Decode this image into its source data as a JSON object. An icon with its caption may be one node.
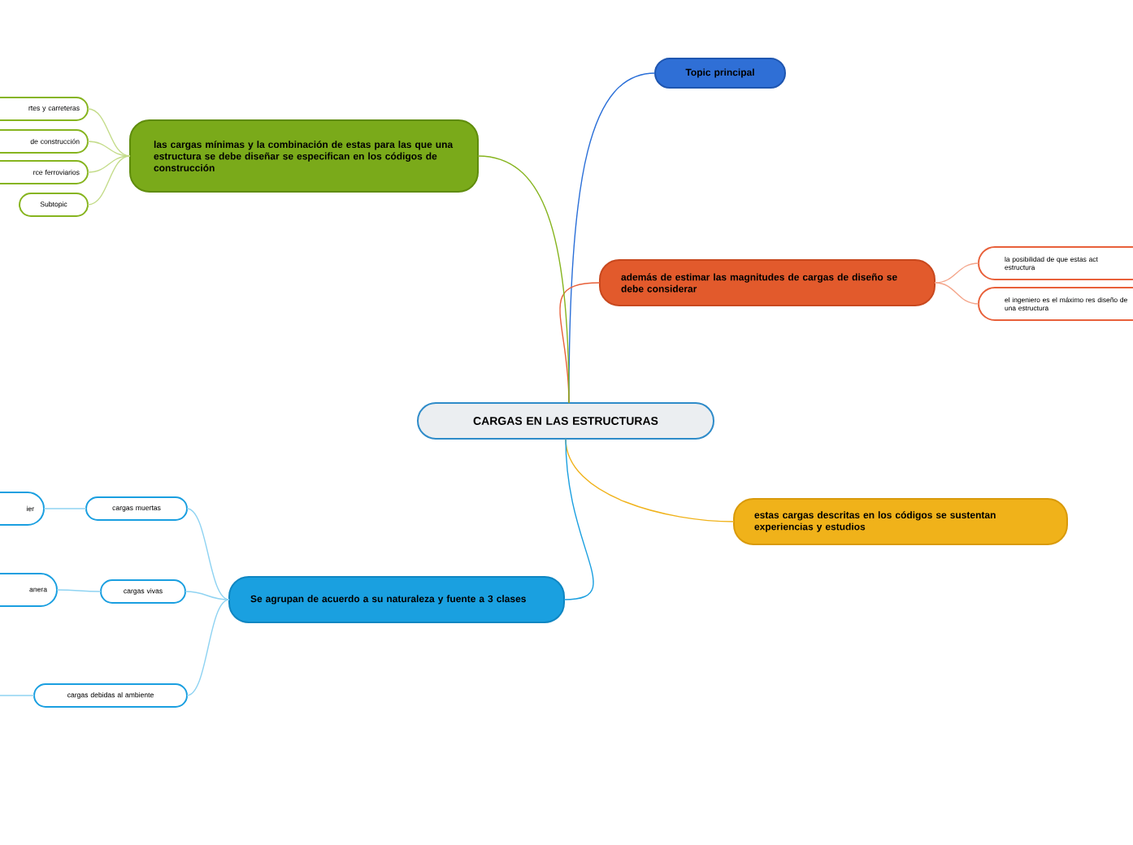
{
  "diagram": {
    "nodes": [
      {
        "text": [
          "CARGAS EN LAS ESTRUCTURAS"
        ]
      },
      {
        "text": [
          "Topic principal"
        ]
      },
      {
        "text": [
          "además de estimar las magnitudes de cargas de diseño se debe considerar"
        ]
      },
      {
        "text": [
          "la posibilidad de que estas act estructura"
        ]
      },
      {
        "text": [
          "el ingeniero es  el máximo res diseño de una estructura"
        ]
      },
      {
        "text": [
          "estas cargas descritas en los códigos  se sustentan experiencias  y estudios"
        ]
      },
      {
        "text": [
          "Se agrupan  de acuerdo a su naturaleza y fuente a 3 clases"
        ]
      },
      {
        "text": [
          "cargas muertas"
        ]
      },
      {
        "text": [
          "cargas vivas"
        ]
      },
      {
        "text": [
          "cargas debidas al ambiente"
        ]
      },
      {
        "text": [
          "ier"
        ]
      },
      {
        "text": [
          "anera"
        ]
      },
      {
        "text": [
          "las cargas mínimas  y la combinación de estas  para las que una estructura  se debe diseñar se especifican en los códigos de construcción"
        ]
      },
      {
        "text": [
          "rtes y carreteras"
        ]
      },
      {
        "text": [
          "de construcción"
        ]
      },
      {
        "text": [
          "rce ferroviarios"
        ]
      },
      {
        "text": [
          "Subtopic"
        ]
      }
    ],
    "edges": [
      {
        "from": 0,
        "to": 1,
        "arrow": "none",
        "color": "#2a6fd8"
      },
      {
        "from": 0,
        "to": 2,
        "arrow": "none",
        "color": "#e8603a"
      },
      {
        "from": 0,
        "to": 5,
        "arrow": "none",
        "color": "#f0b21a"
      },
      {
        "from": 0,
        "to": 6,
        "arrow": "none",
        "color": "#1a9fe0"
      },
      {
        "from": 0,
        "to": 12,
        "arrow": "none",
        "color": "#86b41e"
      },
      {
        "from": 2,
        "to": 3,
        "arrow": "none",
        "color": "#f4a58a"
      },
      {
        "from": 2,
        "to": 4,
        "arrow": "none",
        "color": "#f4a58a"
      },
      {
        "from": 6,
        "to": 7,
        "arrow": "none",
        "color": "#8fd3f2"
      },
      {
        "from": 6,
        "to": 8,
        "arrow": "none",
        "color": "#8fd3f2"
      },
      {
        "from": 6,
        "to": 9,
        "arrow": "none",
        "color": "#8fd3f2"
      },
      {
        "from": 7,
        "to": 10,
        "arrow": "none",
        "color": "#8fd3f2"
      },
      {
        "from": 8,
        "to": 11,
        "arrow": "none",
        "color": "#8fd3f2"
      },
      {
        "from": 9,
        "to": null,
        "arrow": "none",
        "color": "#8fd3f2"
      },
      {
        "from": 12,
        "to": 13,
        "arrow": "none",
        "color": "#c4dc8a"
      },
      {
        "from": 12,
        "to": 14,
        "arrow": "none",
        "color": "#c4dc8a"
      },
      {
        "from": 12,
        "to": 15,
        "arrow": "none",
        "color": "#c4dc8a"
      },
      {
        "from": 12,
        "to": 16,
        "arrow": "none",
        "color": "#c4dc8a"
      }
    ]
  }
}
